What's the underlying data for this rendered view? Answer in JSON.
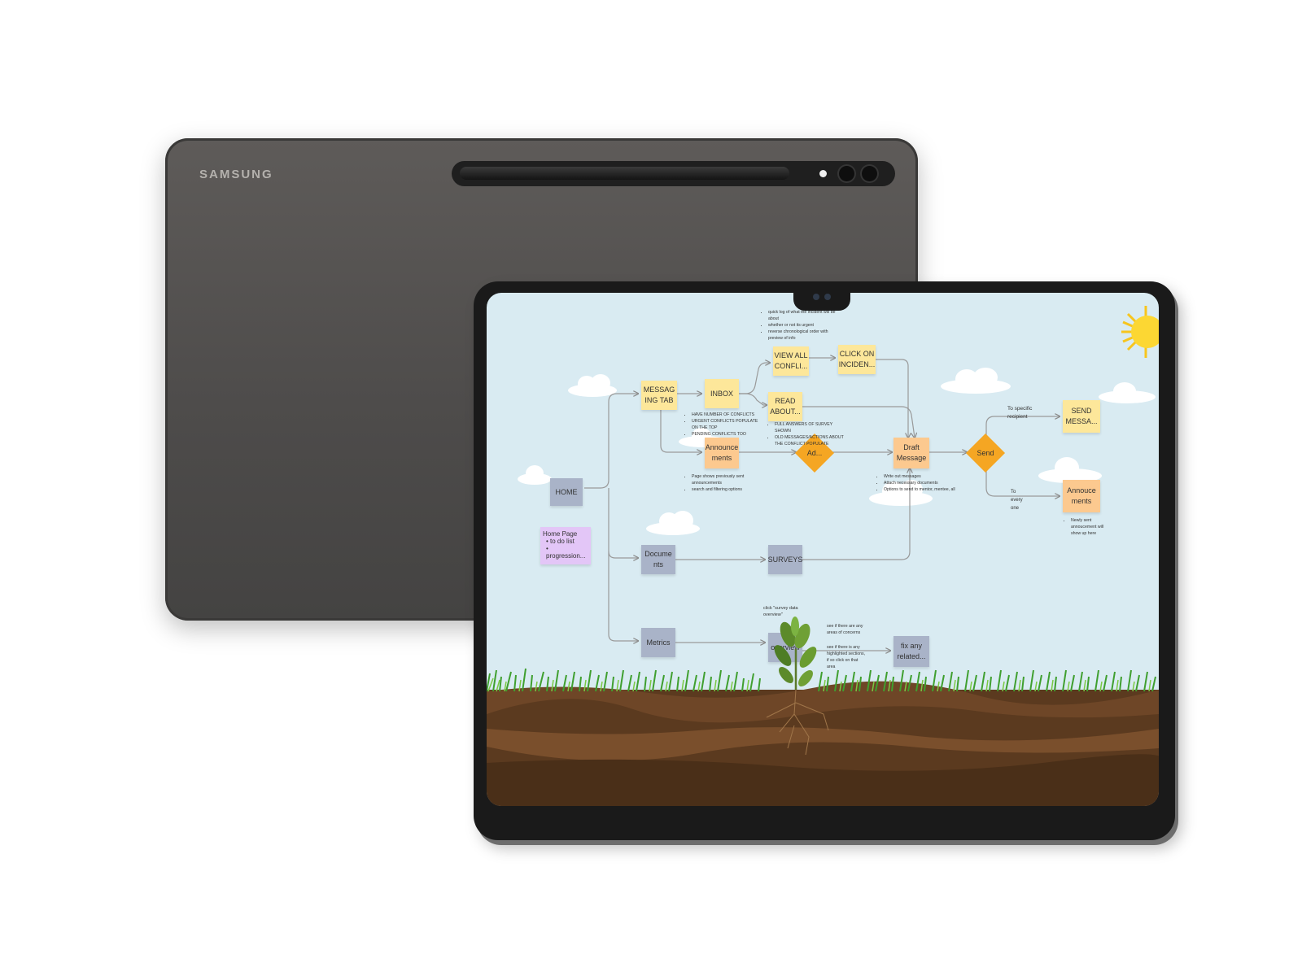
{
  "back": {
    "brand": "SAMSUNG"
  },
  "diagram": {
    "nodes": {
      "home": "HOME",
      "messaging_tab": "MESSAG\nING TAB",
      "inbox": "INBOX",
      "view_all": "VIEW ALL\nCONFLI...",
      "click_on": "CLICK ON\nINCIDEN...",
      "read_about": "READ\nABOUT...",
      "announcements": "Announce\nments",
      "draft_message": "Draft\nMessage",
      "send_message": "SEND\nMESSA...",
      "announcements_right": "Annouce\nments",
      "documents": "Docume\nnts",
      "surveys": "SURVEYS",
      "metrics": "Metrics",
      "overview": "overview",
      "fix_related": "fix any\nrelated..."
    },
    "diamonds": {
      "ad": "Ad...",
      "send": "Send"
    },
    "home_note": {
      "title": "Home Page",
      "items": [
        "to do list",
        "progression..."
      ]
    },
    "notes": {
      "view_all": [
        "quick log of what the incident will be about",
        "whether or not its urgent",
        "reverse chronological order with preview of info"
      ],
      "inbox": [
        "HAVE NUMBER OF CONFLICTS",
        "URGENT CONFLICTS POPULATE ON THE TOP",
        "PENDING CONFLICTS TOO"
      ],
      "read_about": [
        "FULL ANSWERS OF SURVEY SHOWN",
        "OLD MESSAGES/ACTIONS ABOUT THE CONFLICT POPULATE"
      ],
      "announcements": [
        "Page shows previously sent announcements",
        "search and filtering options"
      ],
      "draft": [
        "Write out messages",
        "Attach necessary documents",
        "Options to send to mentor, mentee, all"
      ],
      "announcements_right": [
        "Newly sent annoucement will show up here"
      ]
    },
    "labels": {
      "to_specific": "To specific\nrecipient",
      "to_every": "To\nevery\none",
      "click_survey": "click \"survey data\noverview\"",
      "see_concern": "see if there are any\nareas of concerns",
      "see_highlighted": "see if there is any\nhighlighted sections,\nif so click on that\narea"
    }
  },
  "colors": {
    "sky": "#d9ebf2",
    "sticky_yellow": "#fde79a",
    "sticky_orange": "#fcc98f",
    "box_gray": "#a9b3c8",
    "diamond": "#f5a623",
    "purple_note": "#e3c6f7"
  }
}
